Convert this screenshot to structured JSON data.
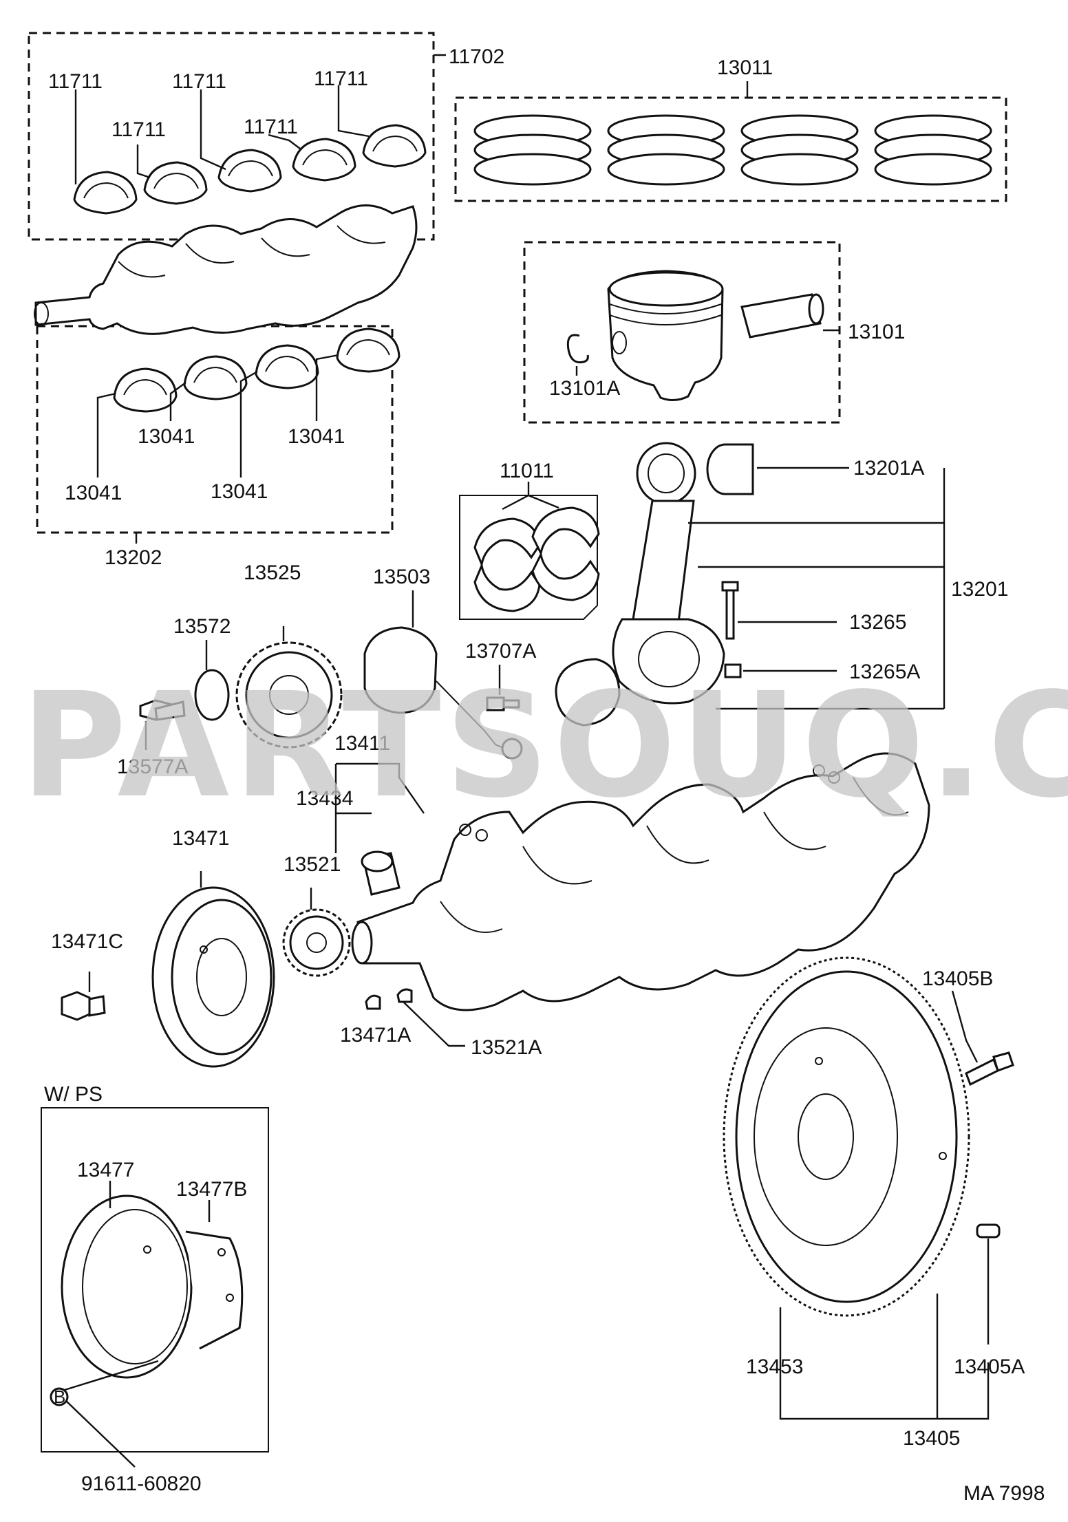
{
  "diagram": {
    "drawing_code": "MA 7998",
    "watermark": "PARTSOUQ.COM",
    "section_note": "W/ PS",
    "callout_letter": "B",
    "labels": {
      "l11702": "11702",
      "l11711a": "11711",
      "l11711b": "11711",
      "l11711c": "11711",
      "l11711d": "11711",
      "l11711e": "11711",
      "l13011": "13011",
      "l13101": "13101",
      "l13101A": "13101A",
      "l13041a": "13041",
      "l13041b": "13041",
      "l13041c": "13041",
      "l13041d": "13041",
      "l13202": "13202",
      "l11011": "11011",
      "l13201A": "13201A",
      "l13201": "13201",
      "l13265": "13265",
      "l13265A": "13265A",
      "l13525": "13525",
      "l13503": "13503",
      "l13572": "13572",
      "l13707A": "13707A",
      "l13577A": "13577A",
      "l13411": "13411",
      "l13434": "13434",
      "l13471": "13471",
      "l13521": "13521",
      "l13471C": "13471C",
      "l13471A": "13471A",
      "l13521A": "13521A",
      "l13405B": "13405B",
      "l13477": "13477",
      "l13477B": "13477B",
      "l91611": "91611-60820",
      "l13453": "13453",
      "l13405A": "13405A",
      "l13405": "13405"
    }
  }
}
